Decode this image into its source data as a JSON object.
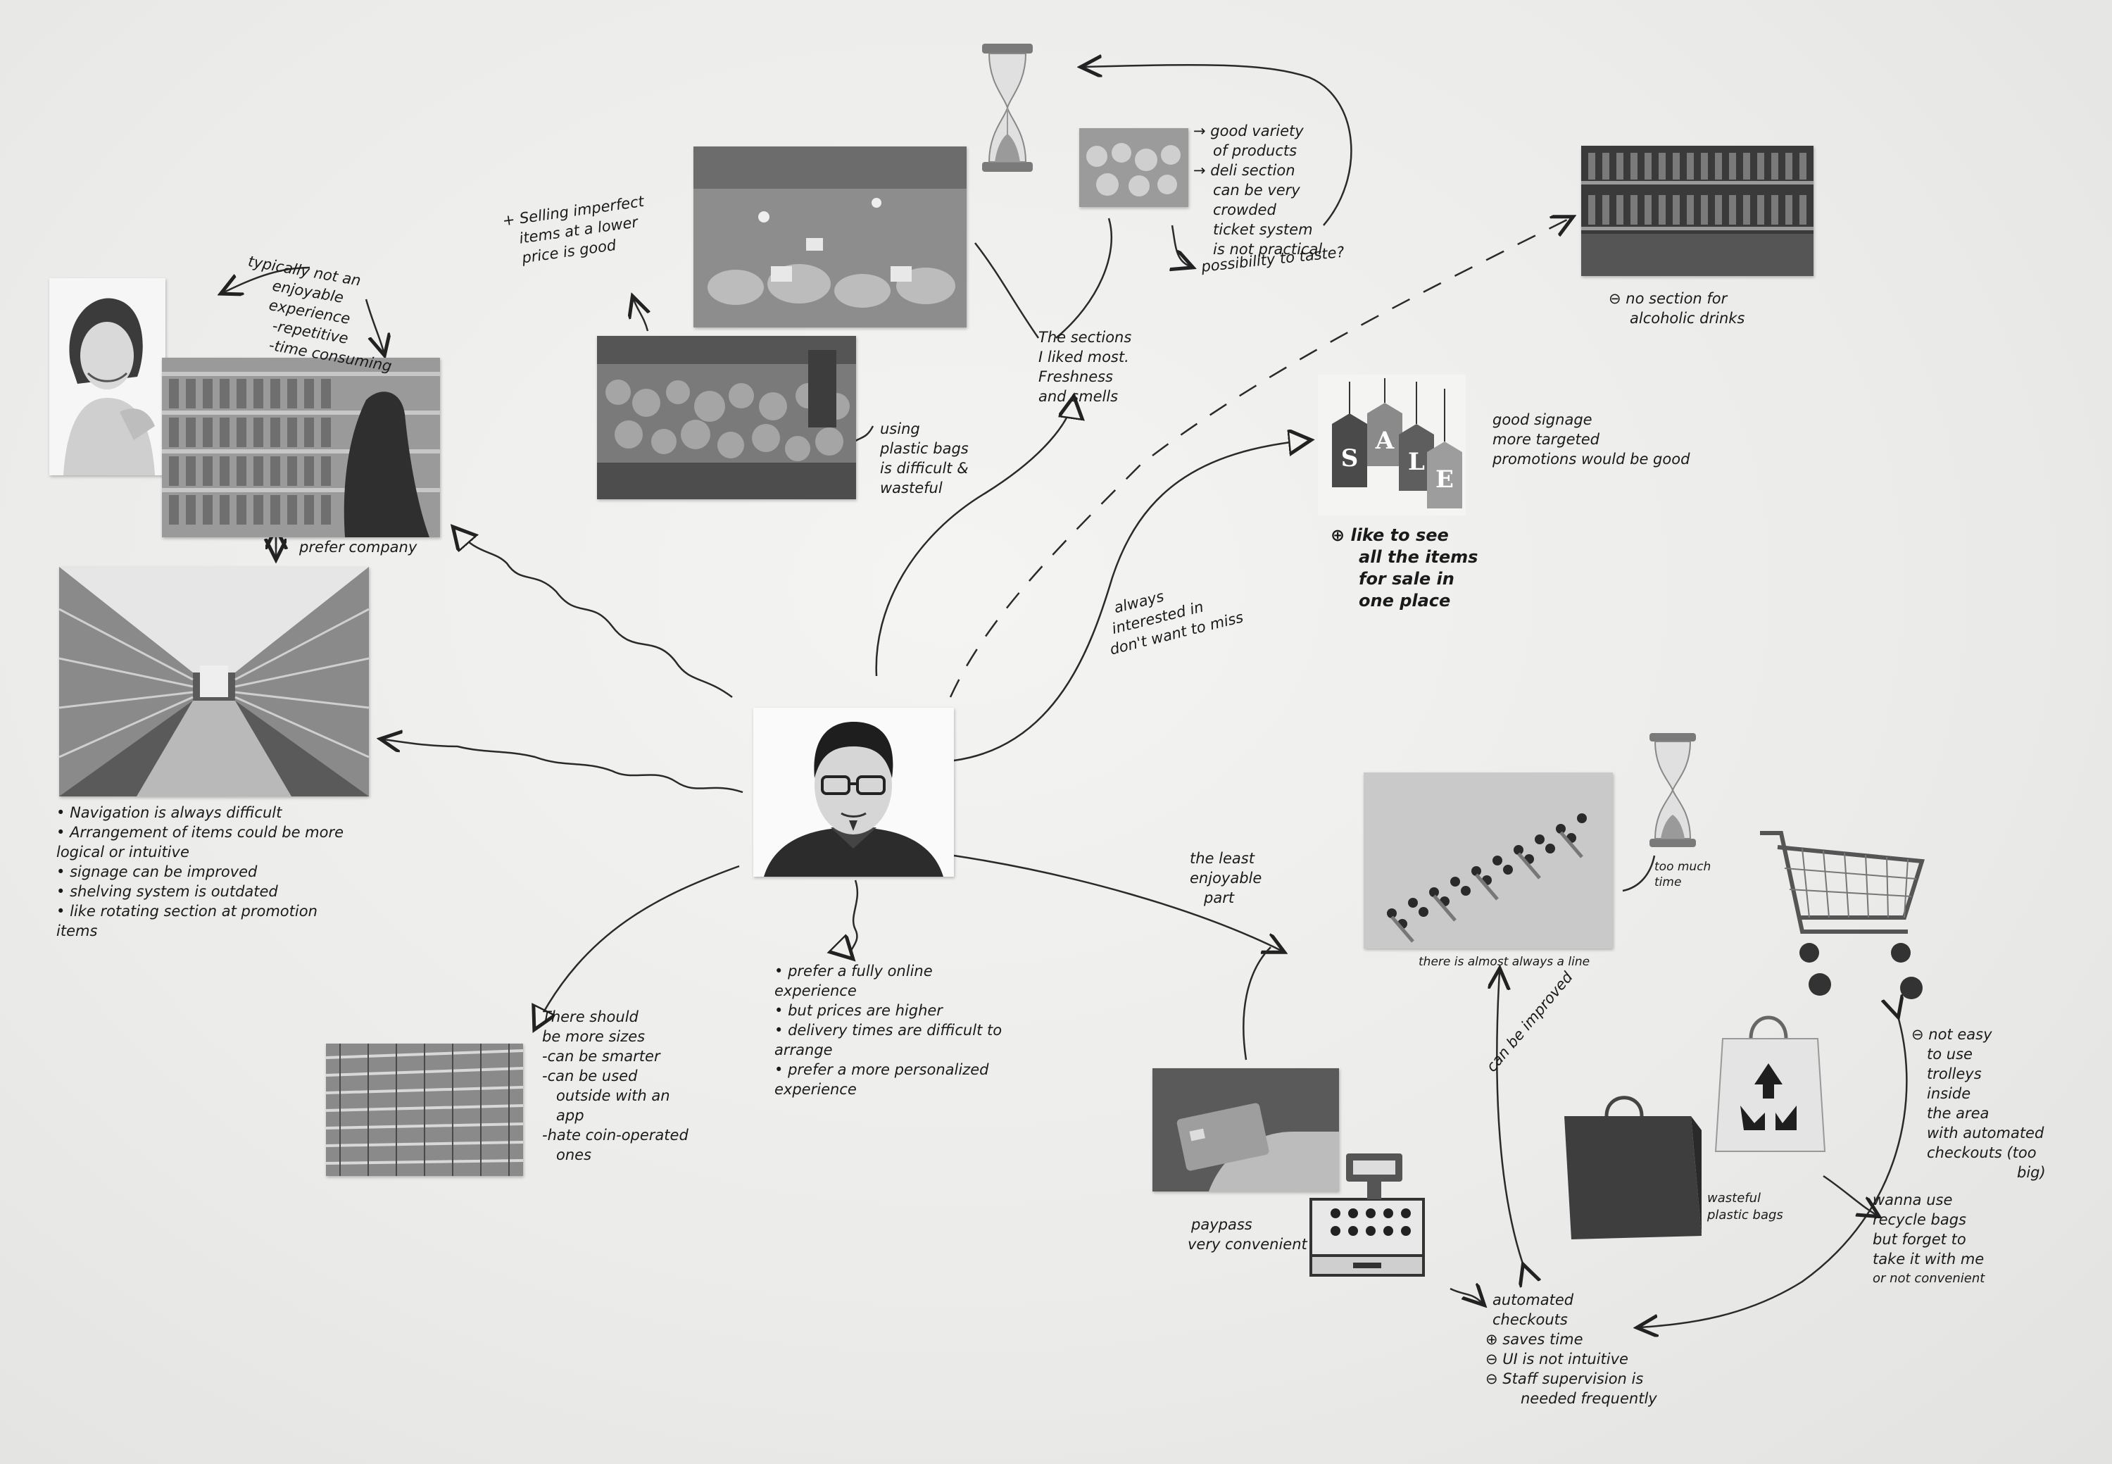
{
  "notes": {
    "left_top": [
      "typically not an",
      "enjoyable",
      "experience",
      "-repetitive",
      "-time consuming"
    ],
    "prefer_company": "prefer company",
    "imperfect": [
      "+ Selling imperfect",
      "items at a lower",
      "price is good"
    ],
    "plastic_bags": [
      "using",
      "plastic bags",
      "is difficult &",
      "wasteful"
    ],
    "sections": [
      "The sections",
      "I liked most.",
      "Freshness",
      "and smells"
    ],
    "deli": [
      "→ good variety",
      "of products",
      "→ deli section",
      "can be very",
      "crowded",
      "ticket system",
      "is not practical"
    ],
    "taste": "possibility to taste?",
    "alcohol": [
      "⊖ no section for",
      "alcoholic drinks"
    ],
    "signage": [
      "good signage",
      "",
      "more targeted",
      "promotions would be good"
    ],
    "sale": [
      "⊕ like to see",
      "all the items",
      "for sale in",
      "one place"
    ],
    "interested": [
      "always",
      "interested in",
      "don't want to miss"
    ],
    "navigation": [
      "Navigation is always difficult",
      "Arrangement of items could be more logical or intuitive",
      "signage can be improved",
      "shelving system is outdated",
      "like rotating section at promotion items"
    ],
    "trolley_sizes": [
      "There should",
      "be more sizes",
      "-can be smarter",
      "-can be used",
      "outside with an",
      "app",
      "-hate coin-operated",
      "ones"
    ],
    "online": [
      "prefer a fully online experience",
      "but prices are higher",
      "delivery times are difficult to arrange",
      "prefer a more personalized experience"
    ],
    "least": [
      "the least",
      "enjoyable",
      "part"
    ],
    "too_much_time": [
      "too much",
      "time"
    ],
    "line": "there is almost always a line",
    "improved": "can be improved",
    "paypass": [
      "paypass",
      "very convenient"
    ],
    "not_easy": [
      "⊖ not easy",
      "to use",
      "trolleys",
      "inside",
      "the area",
      "with automated",
      "checkouts (too",
      "big)"
    ],
    "wasteful": [
      "wasteful",
      "plastic bags"
    ],
    "recycle": [
      "wanna use",
      "recycle bags",
      "but forget to",
      "take it with me",
      "or not convenient"
    ],
    "checkouts": [
      "automated",
      "checkouts",
      "⊕ saves time",
      "⊖ UI is not intuitive",
      "⊖ Staff supervision is",
      "needed frequently"
    ]
  },
  "signs": {
    "sale_letters": [
      "S",
      "A",
      "L",
      "E"
    ]
  }
}
